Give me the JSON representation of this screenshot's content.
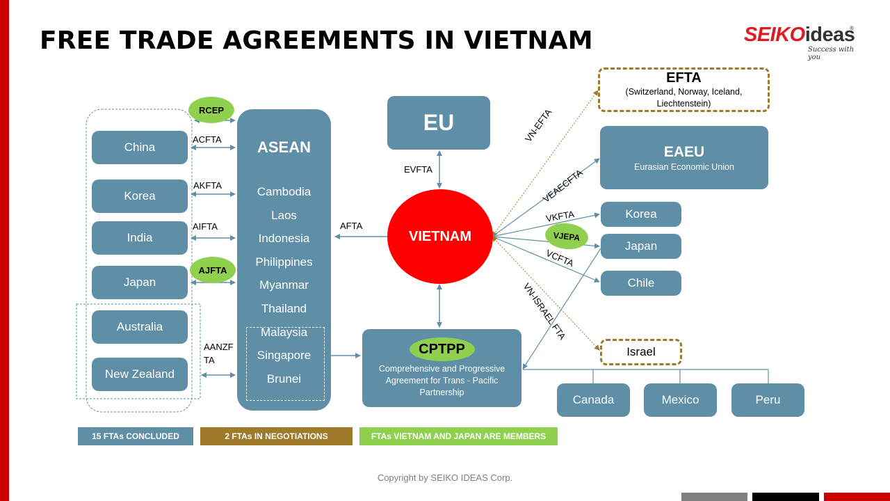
{
  "page": {
    "title": "FREE TRADE AGREEMENTS IN VIETNAM",
    "logo": {
      "brand_primary": "SEIKO",
      "brand_secondary": "ideas",
      "registered": "®",
      "tagline": "Success with you"
    },
    "footer": "Copyright by SEIKO IDEAS Corp."
  },
  "colors": {
    "accent_red": "#cc0000",
    "box_blue": "#5f8fa6",
    "vietnam_red": "#ff0000",
    "negotiation_brown": "#a07a2b",
    "member_green": "#8fd14f"
  },
  "diagram": {
    "left_partners": [
      "China",
      "Korea",
      "India",
      "Japan",
      "Australia",
      "New Zealand"
    ],
    "left_agreements": {
      "rcep": "RCEP",
      "acfta": "ACFTA",
      "akfta": "AKFTA",
      "aifta": "AIFTA",
      "ajfta": "AJFTA",
      "aanzfta_line1": "AANZF",
      "aanzfta_line2": "TA"
    },
    "asean": {
      "title": "ASEAN",
      "members": [
        "Cambodia",
        "Laos",
        "Indonesia",
        "Philippines",
        "Myanmar",
        "Thailand",
        "Malaysia",
        "Singapore",
        "Brunei"
      ]
    },
    "center": {
      "vietnam": "VIETNAM",
      "eu": "EU",
      "evfta": "EVFTA",
      "afta": "AFTA"
    },
    "cptpp": {
      "title": "CPTPP",
      "description": "Comprehensive and Progressive Agreement for Trans - Pacific Partnership",
      "members": [
        "Canada",
        "Mexico",
        "Peru"
      ]
    },
    "right": {
      "efta_title": "EFTA",
      "efta_members": "(Switzerland, Norway, Iceland, Liechtenstein)",
      "eaeu_title": "EAEU",
      "eaeu_subtitle": "Eurasian Economic Union",
      "korea": "Korea",
      "japan": "Japan",
      "chile": "Chile",
      "israel": "Israel",
      "vn_efta": "VN-EFTA",
      "veaecfta": "VEAECFTA",
      "vkfta": "VKFTA",
      "vjepa": "VJEPA",
      "vcfta": "VCFTA",
      "vn_israel": "VN-ISRAEL FTA"
    }
  },
  "legend": [
    {
      "label": "15 FTAs CONCLUDED",
      "color": "#5f8fa6"
    },
    {
      "label": "2 FTAs IN NEGOTIATIONS",
      "color": "#a07a2b"
    },
    {
      "label": "FTAs VIETNAM AND JAPAN ARE MEMBERS",
      "color": "#8fd14f"
    }
  ]
}
